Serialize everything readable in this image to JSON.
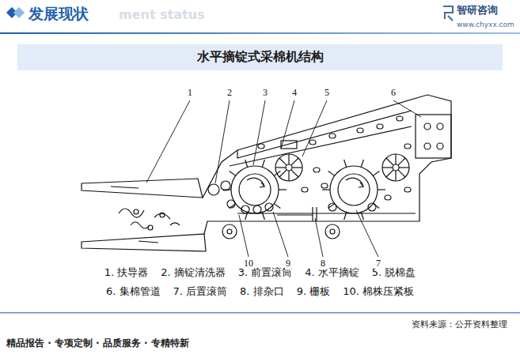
{
  "diagram": {
    "title": "发展现状",
    "nodes": [
      {
        "text": [
          "水平摘锭式采棉机结构"
        ]
      }
    ],
    "labels": [
      "ment status",
      "智研咨询",
      "www.chyxx.com",
      "1",
      "2",
      "3",
      "4",
      "5",
      "6",
      "7",
      "8",
      "9",
      "10",
      "1. 扶导器",
      "2. 摘锭清洗器",
      "3. 前置滚筒",
      "4. 水平摘锭",
      "5. 脱棉盘",
      "6. 集棉管道",
      "7. 后置滚筒",
      "8. 排杂口",
      "9. 栅板",
      "10. 棉株压紧板",
      "资料来源：公开资料整理",
      "精品报告 · 专项定制 · 品质服务 · 专精特新"
    ]
  }
}
